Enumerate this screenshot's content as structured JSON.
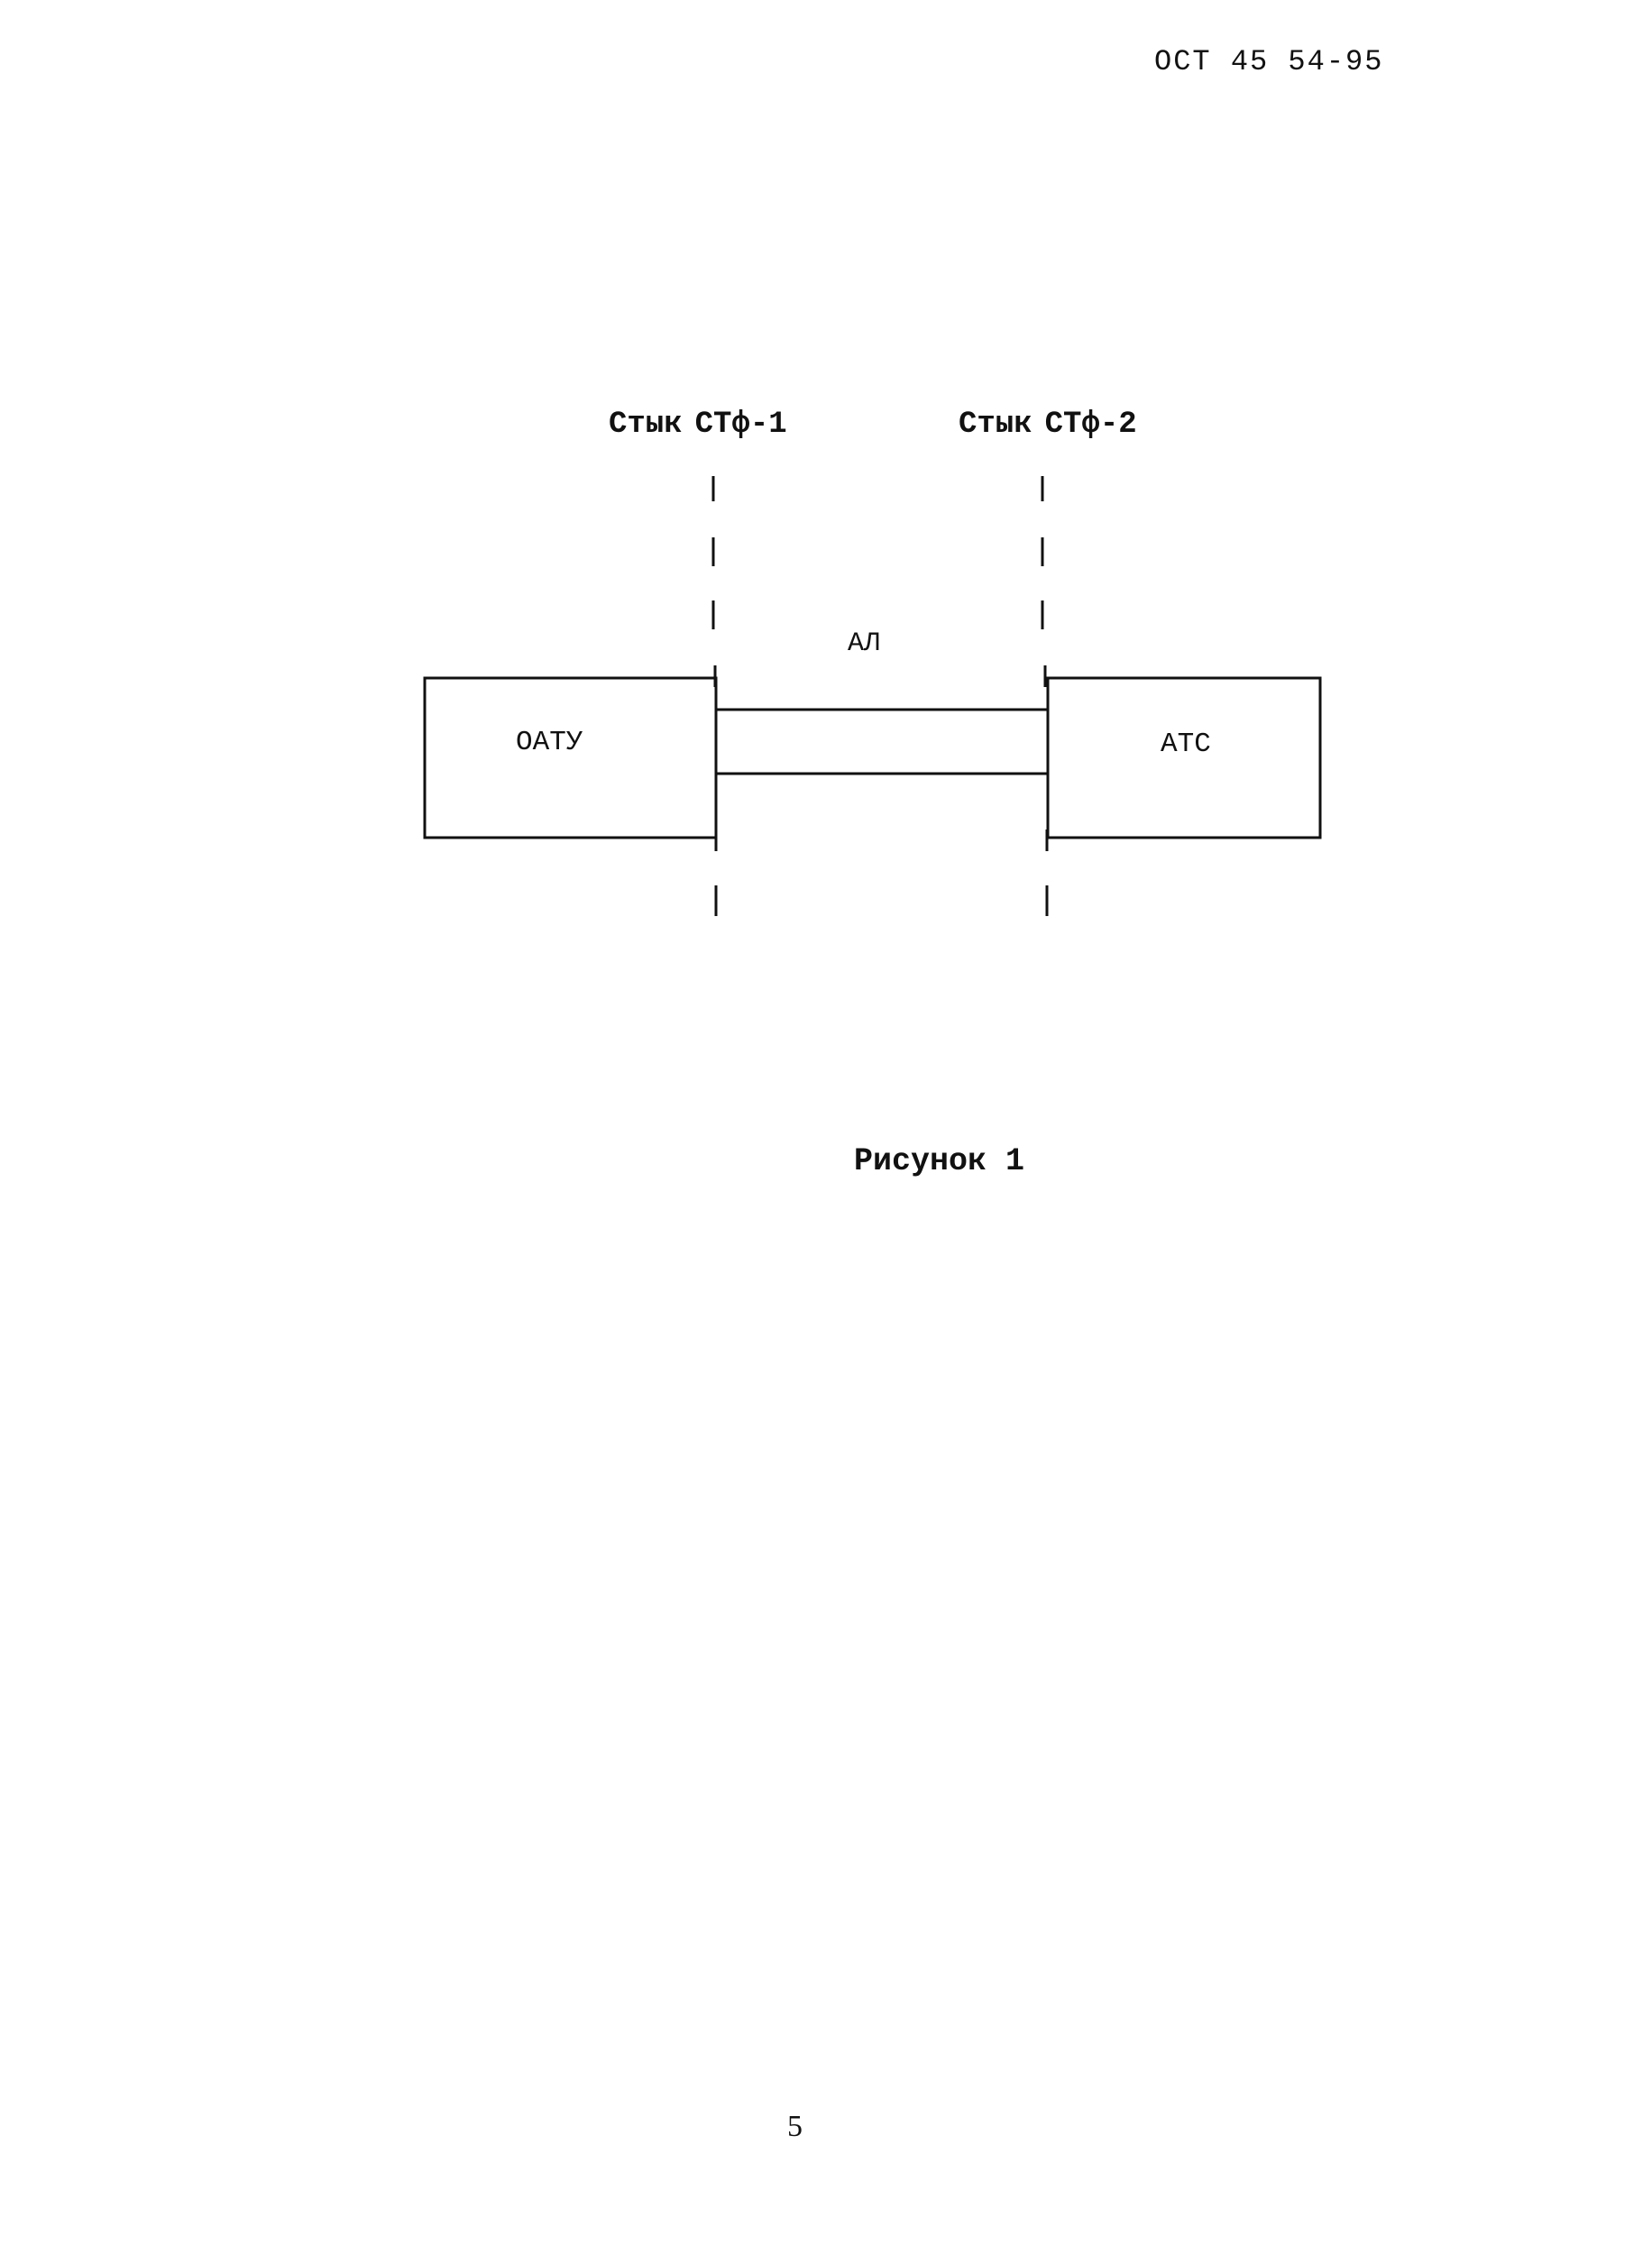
{
  "header": {
    "doc_code": "ОСТ 45 54-95"
  },
  "diagram": {
    "interfaces": [
      {
        "prefix": "Стык",
        "name": "СТф-1"
      },
      {
        "prefix": "Стык",
        "name": "СТф-2"
      }
    ],
    "blocks": {
      "left": "ОАТУ",
      "right": "АТС"
    },
    "line_label": "АЛ"
  },
  "caption": "Рисунок 1",
  "footer": {
    "page_number": "5"
  }
}
